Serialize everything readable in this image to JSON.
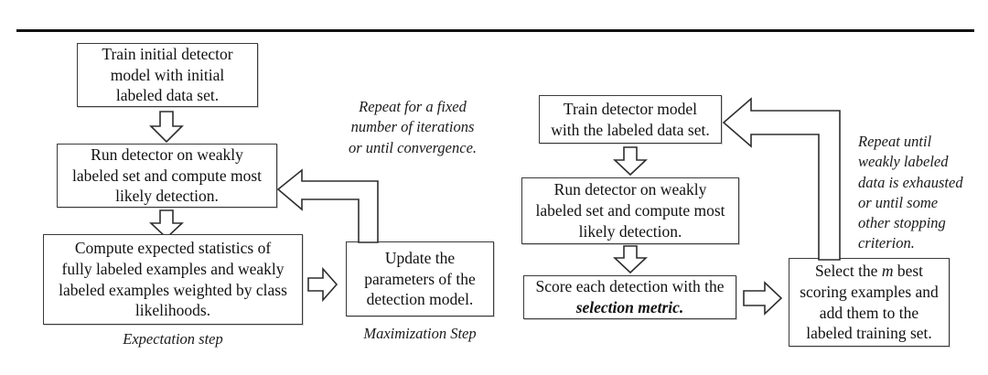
{
  "figure": {
    "title": "Iterative weakly-supervised detector training flowchart",
    "background": "#ffffff",
    "line_color": "#2e2e2e",
    "text_color": "#111111",
    "top_rule": true
  },
  "left_branch": {
    "name": "Expectation-Maximization branch",
    "step_label": "Expectation step",
    "maximization_label": "Maximization Step",
    "loop_note": {
      "line1": "Repeat for a fixed",
      "line2": "number of iterations",
      "line3": "or until convergence."
    },
    "boxes": [
      {
        "id": "train-initial-detector",
        "line1": "Train initial detector",
        "line2": "model with initial",
        "line3": "labeled data set."
      },
      {
        "id": "run-detector-weakly-left",
        "line1": "Run detector on weakly",
        "line2": "labeled set and compute most",
        "line3": "likely detection."
      },
      {
        "id": "compute-expected-statistics",
        "line1": "Compute expected statistics of",
        "line2": "fully labeled examples and weakly",
        "line3": "labeled examples weighted by class",
        "line4": "likelihoods."
      },
      {
        "id": "update-parameters",
        "line1": "Update the",
        "line2": "parameters of the",
        "line3": "detection model."
      }
    ]
  },
  "right_branch": {
    "name": "Self-training / selection-metric branch",
    "loop_note": {
      "line1": "Repeat until",
      "line2": "weakly labeled",
      "line3": "data is exhausted",
      "line4": "or until some",
      "line5": "other stopping",
      "line6": "criterion."
    },
    "boxes": [
      {
        "id": "train-detector-labeled",
        "line1": "Train detector model",
        "line2": "with the labeled data set."
      },
      {
        "id": "run-detector-weakly-right",
        "line1": "Run detector on weakly",
        "line2": "labeled set and compute most",
        "line3": "likely detection."
      },
      {
        "id": "score-each-detection",
        "line1": "Score each detection with the",
        "line2_emphasis": "selection metric."
      },
      {
        "id": "select-m-best",
        "line1_pre": "Select the ",
        "line1_em": "m",
        "line1_post": " best",
        "line2": "scoring examples and",
        "line3": "add them to the",
        "line4": "labeled training set."
      }
    ]
  },
  "arrows": {
    "down_arrow_icon": "down-block-arrow",
    "right_arrow_icon": "right-block-arrow",
    "elbow_arrow_icon": "elbow-feedback-arrow"
  }
}
